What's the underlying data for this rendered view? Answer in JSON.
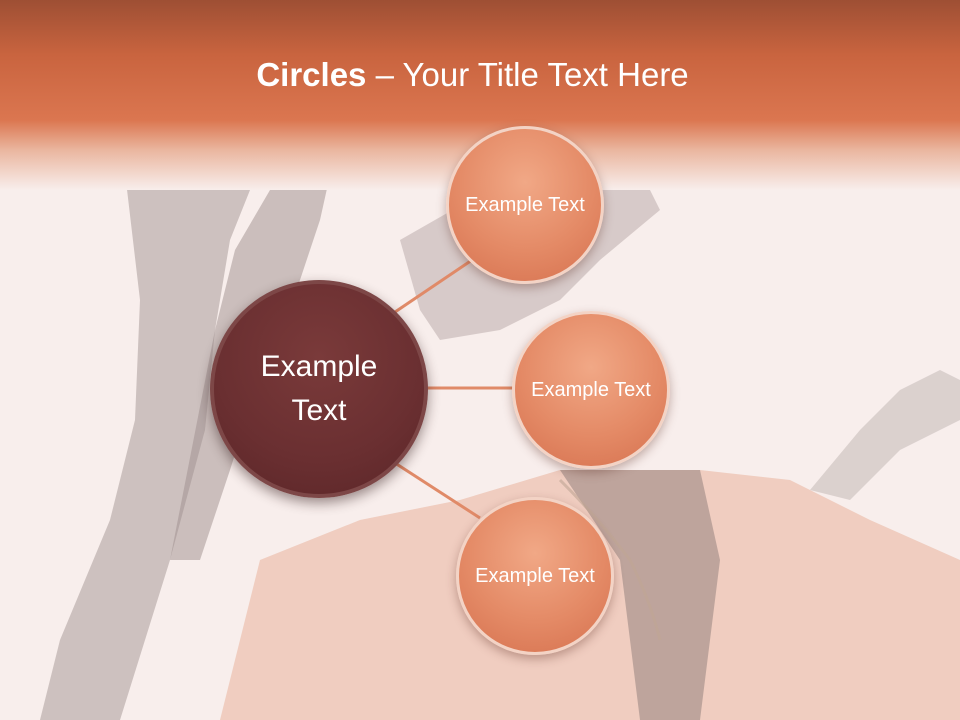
{
  "title": {
    "bold": "Circles",
    "rest": " – Your Title Text Here"
  },
  "center": {
    "label": "Example Text"
  },
  "satellites": [
    {
      "label": "Example Text"
    },
    {
      "label": "Example Text"
    },
    {
      "label": "Example Text"
    }
  ],
  "colors": {
    "header": "#c9643f",
    "center_circle": "#6a2f31",
    "satellite_circle": "#e48a66",
    "connector": "#e08a68"
  }
}
